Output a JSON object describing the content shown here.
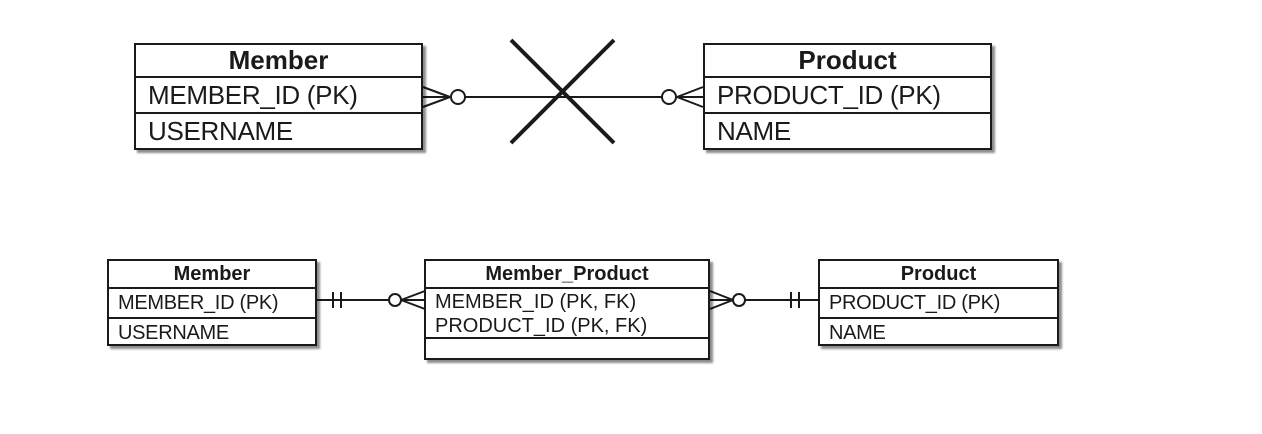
{
  "top": {
    "member": {
      "title": "Member",
      "attrs": [
        "MEMBER_ID (PK)",
        "USERNAME"
      ]
    },
    "product": {
      "title": "Product",
      "attrs": [
        "PRODUCT_ID (PK)",
        "NAME"
      ]
    }
  },
  "bottom": {
    "member": {
      "title": "Member",
      "attrs": [
        "MEMBER_ID (PK)",
        "USERNAME"
      ]
    },
    "member_product": {
      "title": "Member_Product",
      "attrs": [
        "MEMBER_ID (PK, FK)",
        "PRODUCT_ID (PK, FK)"
      ]
    },
    "product": {
      "title": "Product",
      "attrs": [
        "PRODUCT_ID (PK)",
        "NAME"
      ]
    }
  }
}
